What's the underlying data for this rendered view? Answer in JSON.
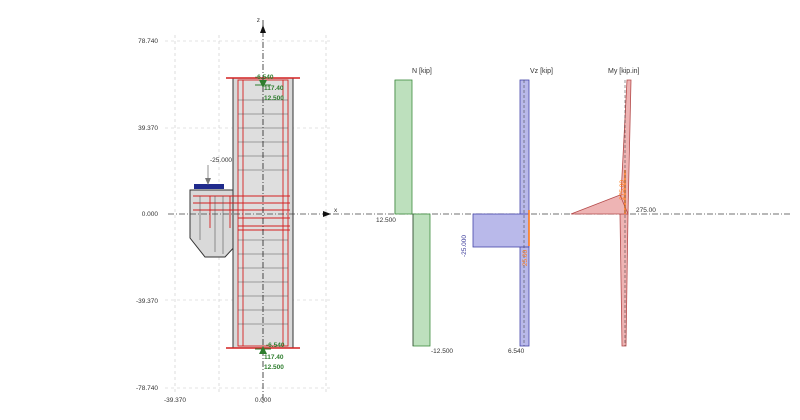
{
  "colors": {
    "normal_force": "#bde0bd",
    "normal_force_edge": "#3c8c3c",
    "shear_force": "#b9b9ea",
    "shear_force_edge": "#4545a8",
    "moment": "#eeb4b4",
    "moment_edge": "#b44a4a",
    "rebar": "#d42020",
    "concrete": "#d6d6d6",
    "support_load": "#2e7d2e",
    "plate": "#1f2a8c",
    "highlight": "#ff7a1a"
  },
  "model": {
    "axis_z": "z",
    "axis_x": "x",
    "y_ticks": [
      "78.740",
      "39.370",
      "0.000",
      "-39.370",
      "-78.740"
    ],
    "x_ticks": [
      "-39.370",
      "0.000"
    ],
    "point_load": "-25.000",
    "top_loads": [
      "-6.540",
      "117.40",
      "12.500"
    ],
    "bottom_loads": [
      "-6.540",
      "117.40",
      "12.500"
    ]
  },
  "diagrams": {
    "normal": {
      "title": "N [kip]",
      "top_value": "12.500",
      "bottom_value": "-12.500"
    },
    "shear": {
      "title": "Vz [kip]",
      "left_value": "-25.000",
      "bottom_value": "6.540",
      "mid_value": "25.00"
    },
    "moment": {
      "title": "My [kip.in]",
      "peak_value": "275.00",
      "mid_value": "275.00"
    }
  }
}
